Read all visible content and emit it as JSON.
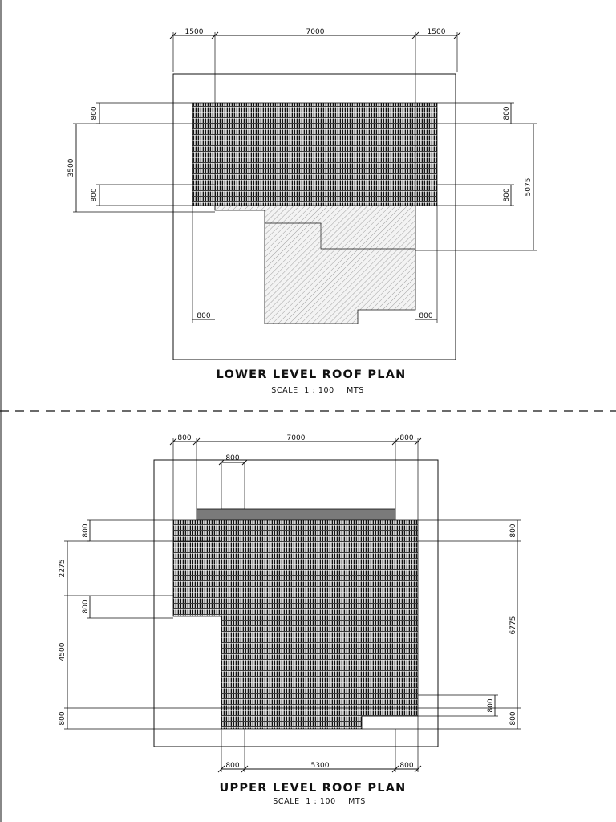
{
  "lower_plan": {
    "title": "LOWER LEVEL ROOF PLAN",
    "scale_label": "SCALE",
    "scale_ratio": "1 : 100",
    "scale_unit": "MTS",
    "dims": {
      "top_left": "1500",
      "top_mid": "7000",
      "top_right": "1500",
      "left_top_800": "800",
      "left_3500": "3500",
      "left_bottom_800": "800",
      "right_top_800": "800",
      "right_bottom_800": "800",
      "right_5075": "5075",
      "bottom_left_800": "800",
      "bottom_right_800": "800"
    }
  },
  "upper_plan": {
    "title": "UPPER LEVEL ROOF PLAN",
    "scale_label": "SCALE",
    "scale_ratio": "1 : 100",
    "scale_unit": "MTS",
    "dims": {
      "top_left_800": "800",
      "top_mid": "7000",
      "top_right_800": "800",
      "inner_top_800": "800",
      "left_800_a": "800",
      "left_2275": "2275",
      "left_800_b": "800",
      "left_4500": "4500",
      "left_800_c": "800",
      "right_800_a": "800",
      "right_6775": "6775",
      "right_800_b": "800",
      "right_800_c": "800",
      "bottom_left_800": "800",
      "bottom_mid": "5300",
      "bottom_right_800": "800"
    }
  }
}
